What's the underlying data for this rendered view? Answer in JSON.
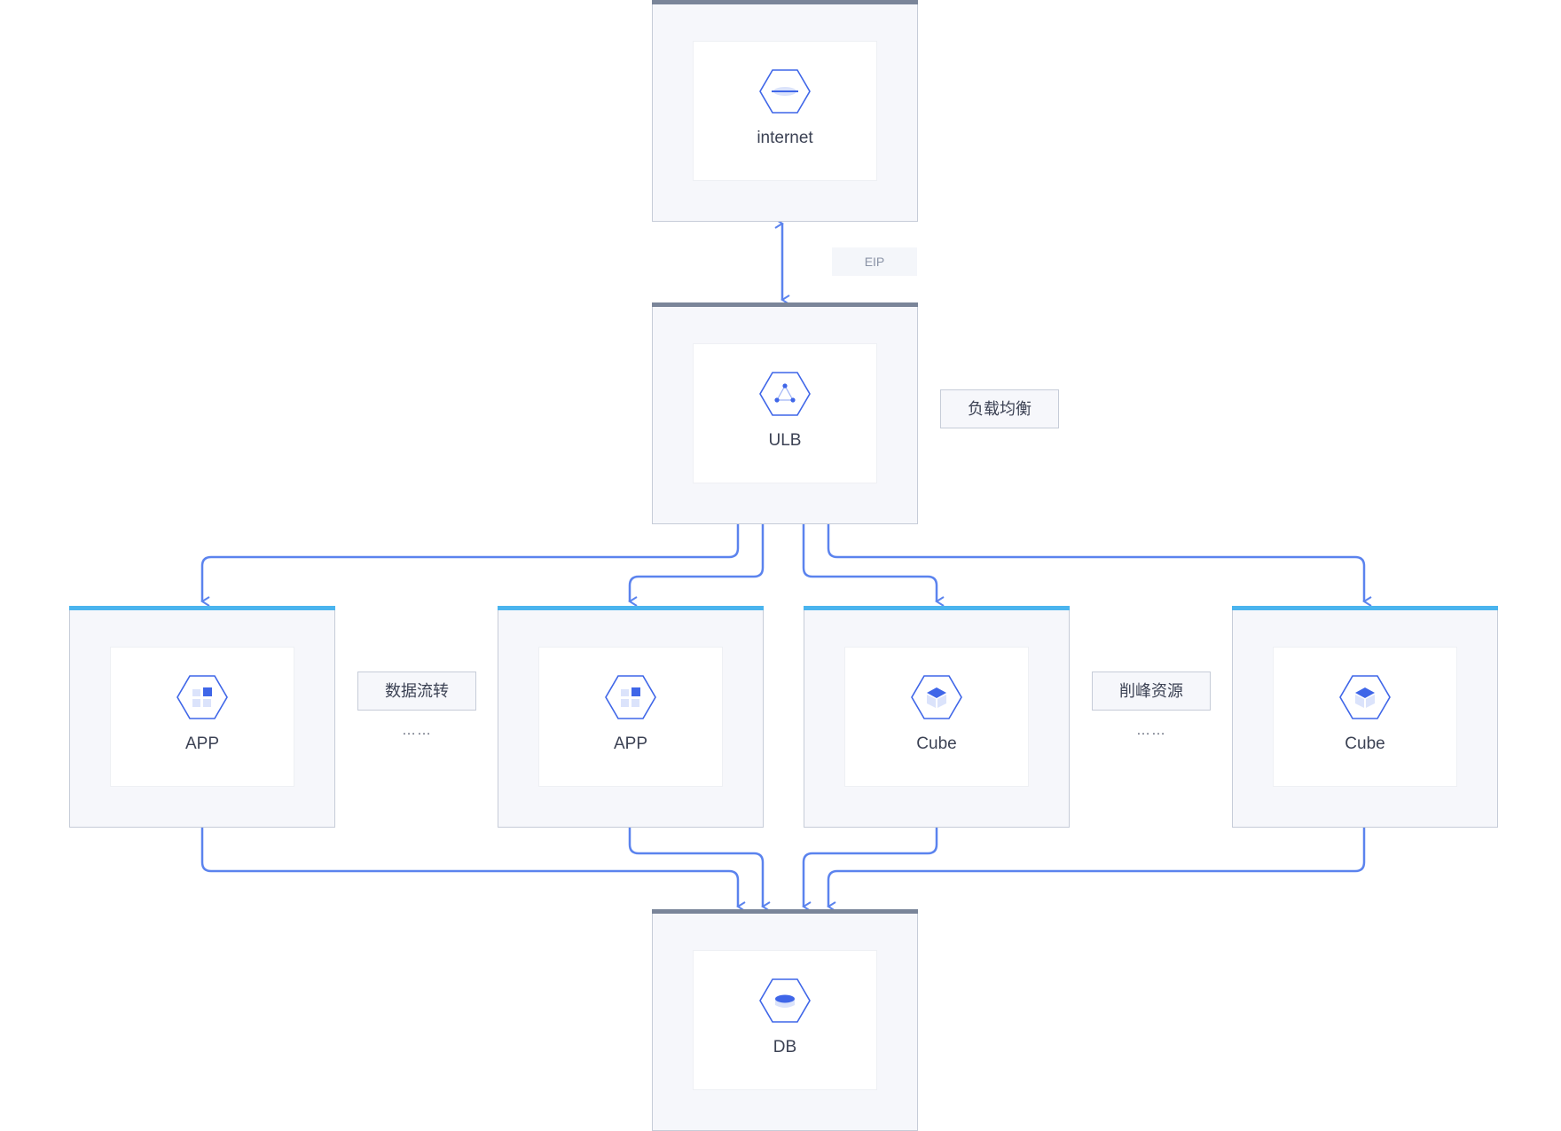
{
  "nodes": {
    "internet": {
      "label": "internet",
      "icon": "globe-icon"
    },
    "ulb": {
      "label": "ULB",
      "icon": "load-balancer-icon"
    },
    "app1": {
      "label": "APP",
      "icon": "app-grid-icon"
    },
    "app2": {
      "label": "APP",
      "icon": "app-grid-icon"
    },
    "cube1": {
      "label": "Cube",
      "icon": "cube-icon"
    },
    "cube2": {
      "label": "Cube",
      "icon": "cube-icon"
    },
    "db": {
      "label": "DB",
      "icon": "database-icon"
    }
  },
  "tags": {
    "eip": "EIP",
    "load_balance": "负载均衡",
    "data_flow": "数据流转",
    "peak_shaving": "削峰资源"
  },
  "ellipsis": {
    "left": "……",
    "right": "……"
  },
  "colors": {
    "connector": "#5b83ee",
    "icon_stroke": "#3f66e8",
    "icon_fill": "#3f66e8",
    "box_topbar_gray": "#7a8599",
    "box_topbar_blue": "#4ab4ee",
    "box_border": "#c6ccd8",
    "box_bg": "#f6f7fb"
  }
}
